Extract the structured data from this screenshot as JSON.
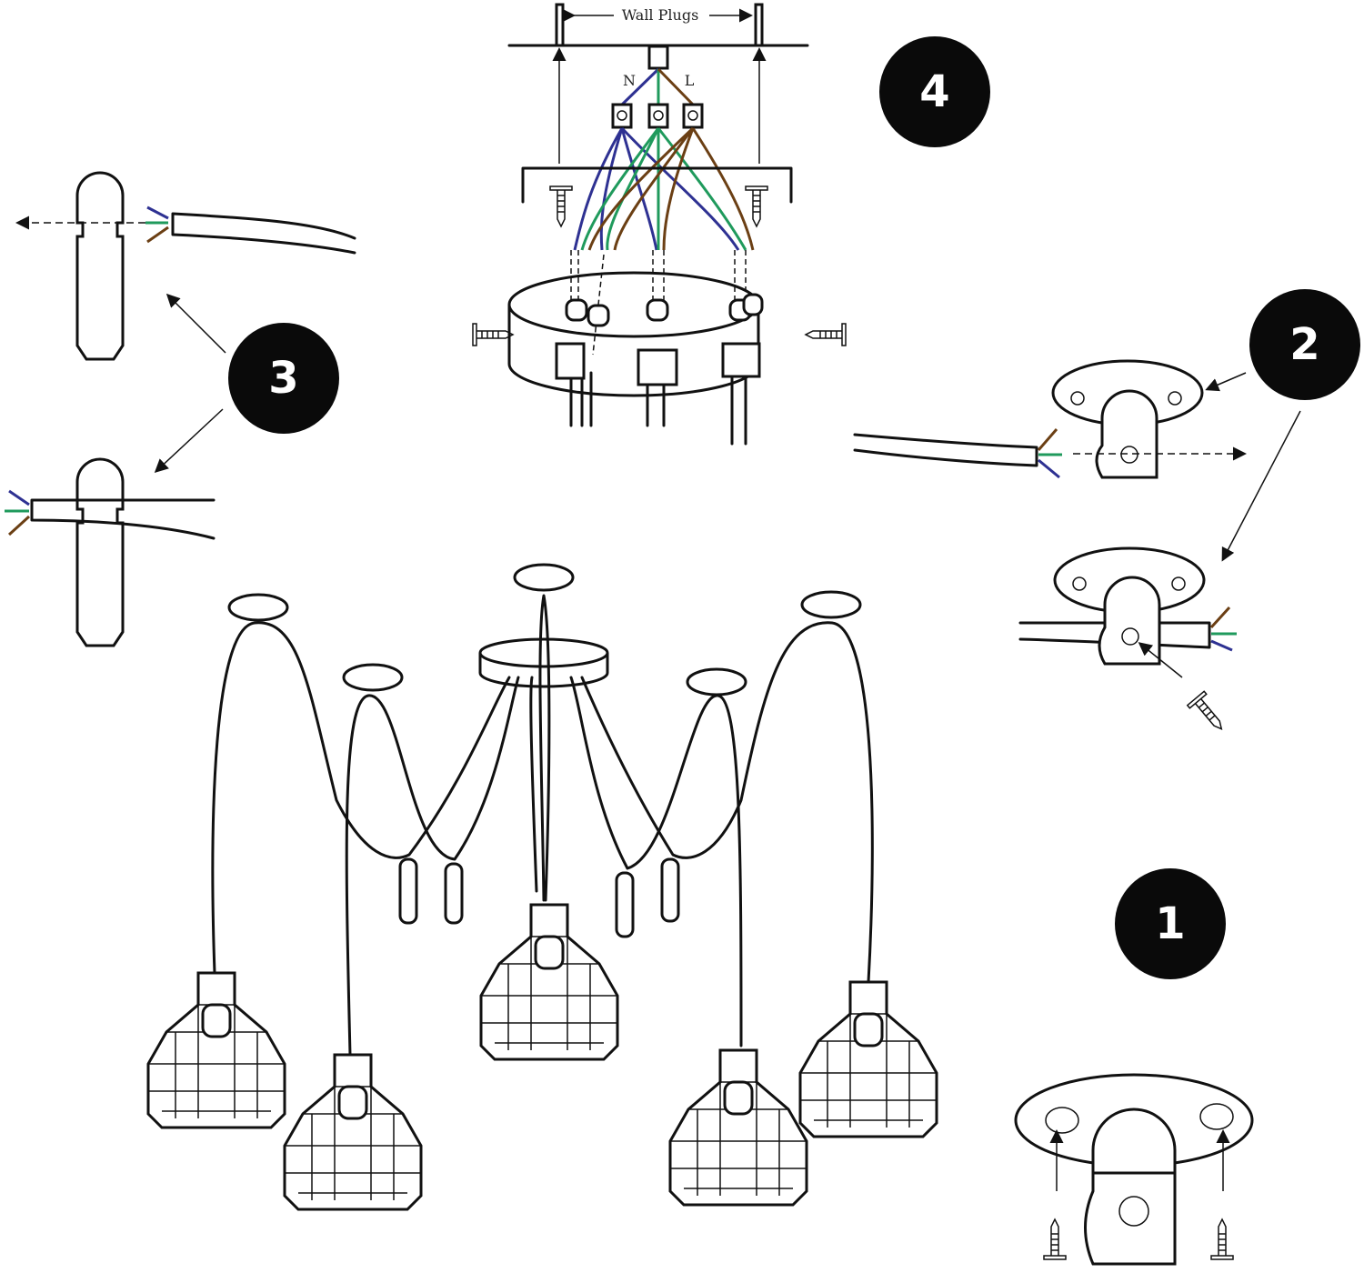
{
  "title_labels": {
    "wall_plugs": "Wall Plugs",
    "neutral": "N",
    "live": "L"
  },
  "steps": [
    {
      "number": "1"
    },
    {
      "number": "2"
    },
    {
      "number": "3"
    },
    {
      "number": "4"
    }
  ],
  "colors": {
    "neutral_wire": "#2e3192",
    "earth_wire": "#1f9a5c",
    "live_wire": "#6b3f14",
    "badge": "#0a0a0a"
  }
}
